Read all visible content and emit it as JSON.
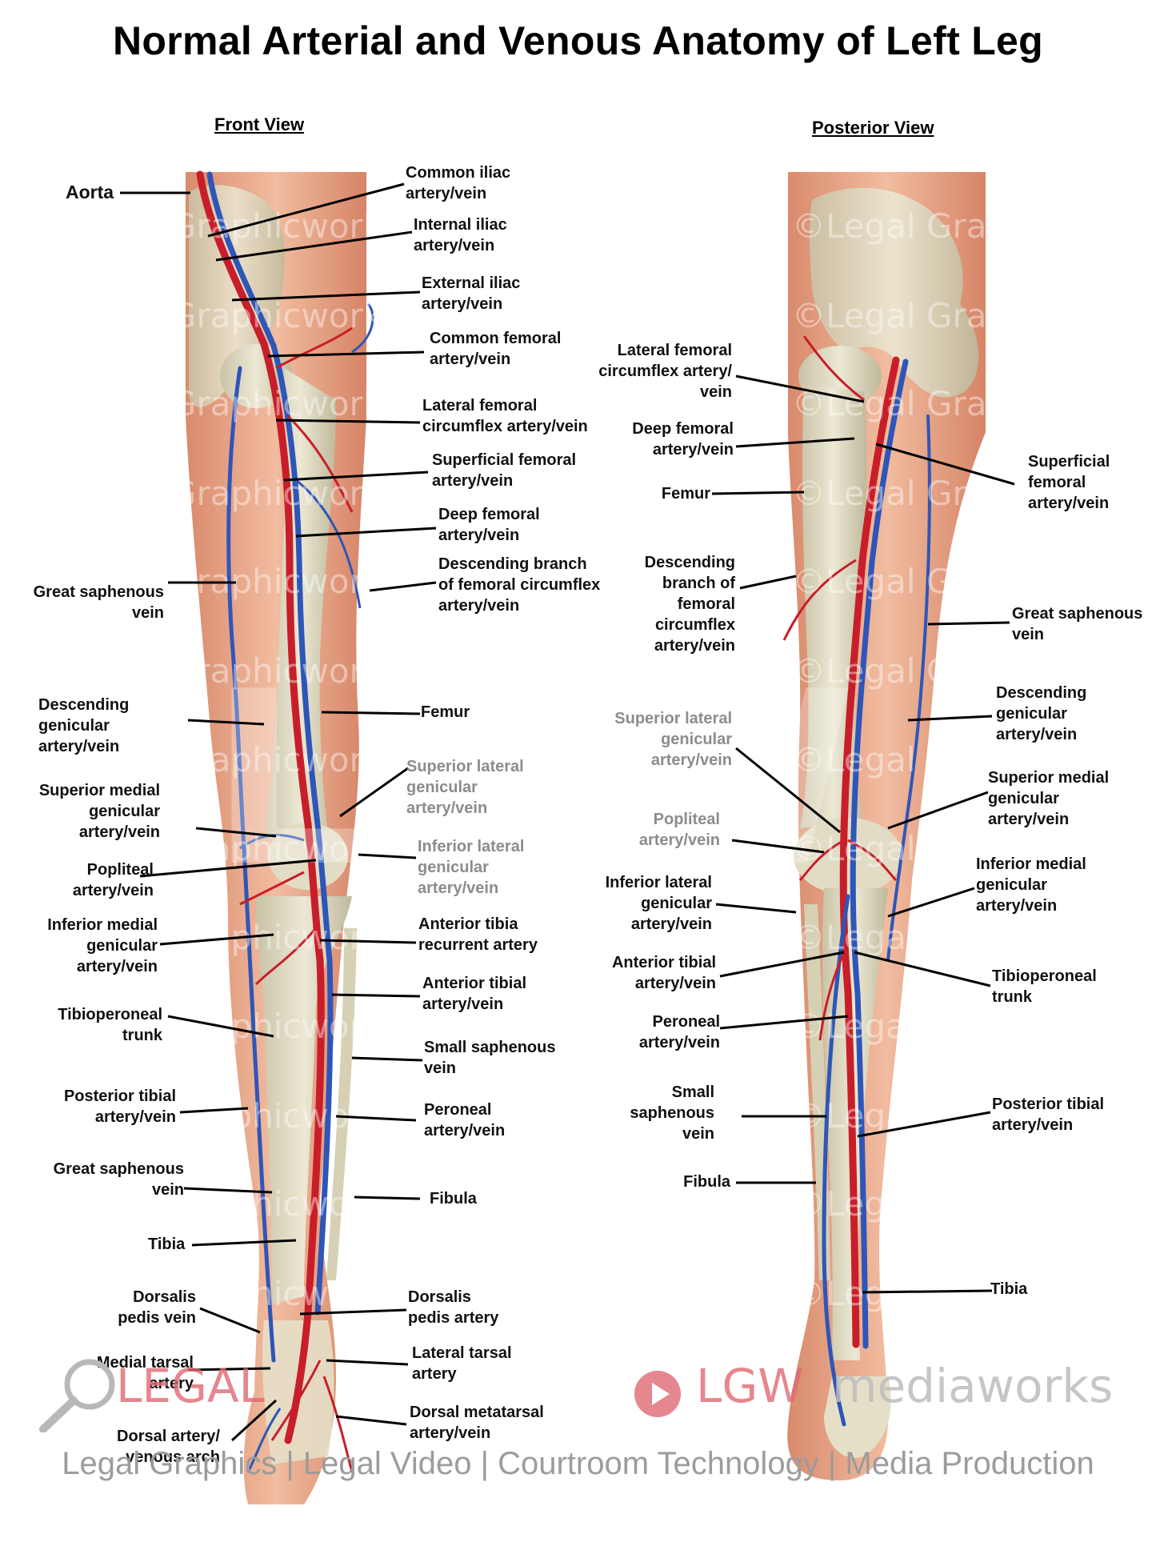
{
  "title": "Normal Arterial and Venous Anatomy of Left Leg",
  "views": {
    "front": "Front View",
    "posterior": "Posterior View"
  },
  "watermark": {
    "text": "©Legal Graphicworks",
    "lgw": "LGW"
  },
  "banner": {
    "legal": "LEGAL",
    "lgw": "LGW",
    "media": "mediaworks",
    "tagline": "Legal Graphics | Legal Video | Courtroom Technology | Media Production"
  },
  "colors": {
    "artery": "#c81e2a",
    "vein": "#2e56b8",
    "bone": "#ded9c0",
    "skin": "#e8aa8c"
  },
  "labels": {
    "front_left": {
      "aorta": "Aorta",
      "great_saphenous_1": "Great saphenous\nvein",
      "descending_genicular": "Descending\ngenicular\nartery/vein",
      "superior_medial_genicular": "Superior medial\ngenicular\nartery/vein",
      "popliteal": "Popliteal\nartery/vein",
      "inferior_medial_genicular": "Inferior medial\ngenicular\nartery/vein",
      "tibioperoneal": "Tibioperoneal\ntrunk",
      "posterior_tibial": "Posterior tibial\nartery/vein",
      "great_saphenous_2": "Great saphenous\nvein",
      "tibia": "Tibia",
      "dorsalis_pedis_vein": "Dorsalis\npedis vein",
      "medial_tarsal": "Medial tarsal\nartery",
      "dorsal_arch": "Dorsal artery/\nvenous arch"
    },
    "center": {
      "common_iliac": "Common iliac\nartery/vein",
      "internal_iliac": "Internal iliac\nartery/vein",
      "external_iliac": "External iliac\nartery/vein",
      "common_femoral": "Common femoral\nartery/vein",
      "lateral_femoral_circumflex": "Lateral femoral\ncircumflex artery/vein",
      "superficial_femoral": "Superficial femoral\nartery/vein",
      "deep_femoral": "Deep femoral\nartery/vein",
      "descending_branch": "Descending branch\nof femoral circumflex\nartery/vein",
      "femur": "Femur",
      "superior_lateral_genicular": "Superior lateral\ngenicular\nartery/vein",
      "inferior_lateral_genicular": "Inferior lateral\ngenicular\nartery/vein",
      "anterior_tibia_recurrent": "Anterior tibia\nrecurrent artery",
      "anterior_tibial": "Anterior tibial\nartery/vein",
      "small_saphenous": "Small saphenous\nvein",
      "peroneal": "Peroneal\nartery/vein",
      "fibula": "Fibula",
      "dorsalis_pedis_artery": "Dorsalis\npedis artery",
      "lateral_tarsal": "Lateral tarsal\nartery",
      "dorsal_metatarsal": "Dorsal metatarsal\nartery/vein"
    },
    "posterior_left": {
      "lateral_femoral_circumflex": "Lateral femoral\ncircumflex artery/\nvein",
      "deep_femoral": "Deep femoral\nartery/vein",
      "femur": "Femur",
      "descending_branch": "Descending\nbranch of\nfemoral\ncircumflex\nartery/vein",
      "superior_lateral_genicular": "Superior lateral\ngenicular\nartery/vein",
      "popliteal": "Popliteal\nartery/vein",
      "inferior_lateral_genicular": "Inferior lateral\ngenicular\nartery/vein",
      "anterior_tibial": "Anterior tibial\nartery/vein",
      "peroneal": "Peroneal\nartery/vein",
      "small_saphenous": "Small\nsaphenous\nvein",
      "fibula": "Fibula"
    },
    "posterior_right": {
      "superficial_femoral": "Superficial\nfemoral\nartery/vein",
      "great_saphenous": "Great saphenous\nvein",
      "descending_genicular": "Descending\ngenicular\nartery/vein",
      "superior_medial_genicular": "Superior medial\ngenicular\nartery/vein",
      "inferior_medial_genicular": "Inferior medial\ngenicular\nartery/vein",
      "tibioperoneal": "Tibioperoneal\ntrunk",
      "posterior_tibial": "Posterior tibial\nartery/vein",
      "tibia": "Tibia"
    }
  }
}
